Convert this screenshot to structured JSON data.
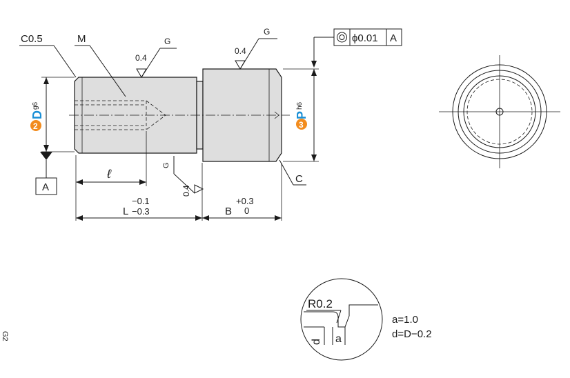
{
  "labels": {
    "chamfer_end": "C0.5",
    "thread": "M",
    "roughness_grade": "G",
    "roughness_value": "0.4",
    "tolerance_symbol": "◎",
    "tolerance_value": "ϕ0.01",
    "tolerance_datum": "A",
    "datum_label": "A",
    "chamfer_right": "C",
    "dim_D_badge": "2",
    "dim_D": "D",
    "dim_D_tol": "g6",
    "dim_P_badge": "3",
    "dim_P": "P",
    "dim_P_tol": "h6",
    "dim_l": "ℓ",
    "dim_L": "L",
    "dim_L_tol_upper": "−0.1",
    "dim_L_tol_lower": "−0.3",
    "dim_B": "B",
    "dim_B_tol_upper": "+0.3",
    "dim_B_tol_lower": "0",
    "detail_radius": "R0.2",
    "detail_d": "d",
    "detail_a": "a",
    "note_a": "a=1.0",
    "note_d": "d=D−0.2",
    "edge_mark": "G2"
  },
  "colors": {
    "badge": "#f28c1e",
    "dimension_letter": "#1a8fd6",
    "part_fill": "#dedede",
    "line": "#1a1a1a"
  }
}
